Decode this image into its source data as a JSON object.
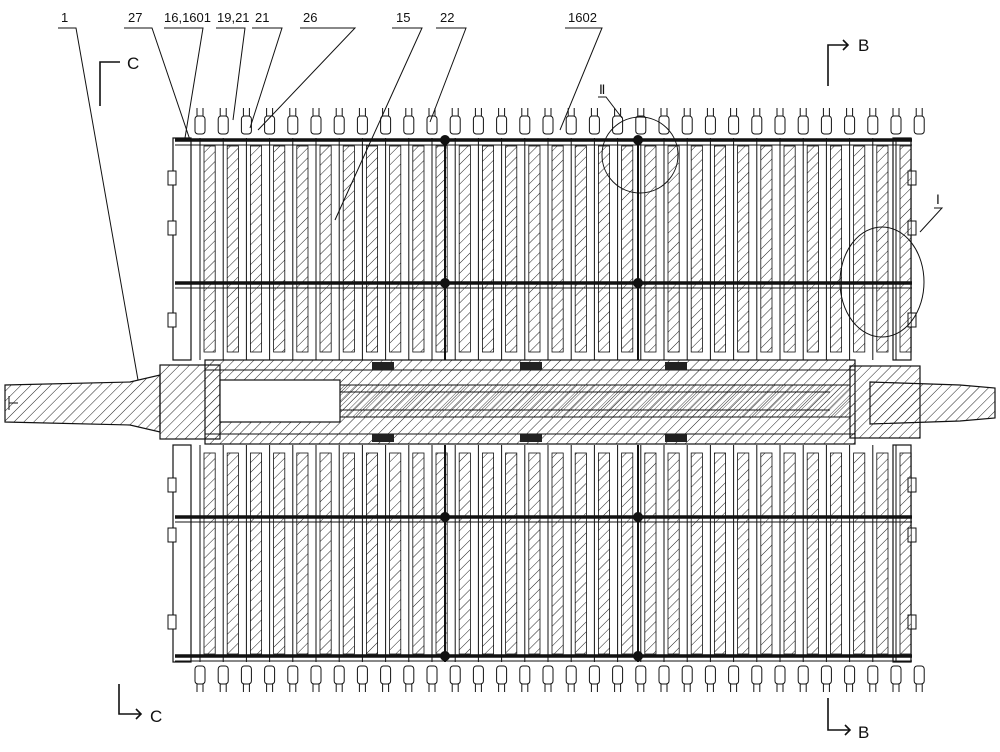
{
  "callouts": [
    {
      "id": "c1",
      "text": "1"
    },
    {
      "id": "c27",
      "text": "27"
    },
    {
      "id": "c16",
      "text": "16,1601"
    },
    {
      "id": "c19",
      "text": "19,21"
    },
    {
      "id": "c21",
      "text": "21"
    },
    {
      "id": "c26",
      "text": "26"
    },
    {
      "id": "c15",
      "text": "15"
    },
    {
      "id": "c22",
      "text": "22"
    },
    {
      "id": "c1602",
      "text": "1602"
    },
    {
      "id": "cd1",
      "text": "Ⅱ"
    },
    {
      "id": "cd2",
      "text": "Ⅰ"
    }
  ],
  "section_marks": {
    "c_top": "C",
    "c_bottom": "C",
    "b_top": "B",
    "b_bottom": "B"
  },
  "roller": {
    "pins_per_row": 32,
    "upper_halves": 2,
    "lower_halves": 2
  }
}
